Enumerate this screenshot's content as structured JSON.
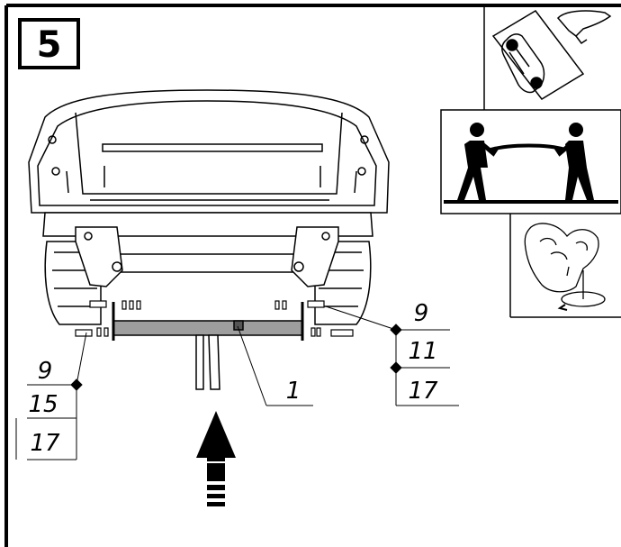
{
  "step": {
    "number": "5"
  },
  "callouts": {
    "left": [
      "9",
      "15",
      "17"
    ],
    "right": [
      "9",
      "11",
      "17"
    ],
    "part": "1"
  },
  "panels": {
    "top": {
      "icon": "car-tilted-icon"
    },
    "middle": {
      "icon": "two-persons-carrying-icon"
    },
    "bottom": {
      "icon": "hand-tighten-icon"
    }
  },
  "colors": {
    "line": "#000000",
    "bar": "#9e9e9e",
    "background": "#ffffff"
  }
}
